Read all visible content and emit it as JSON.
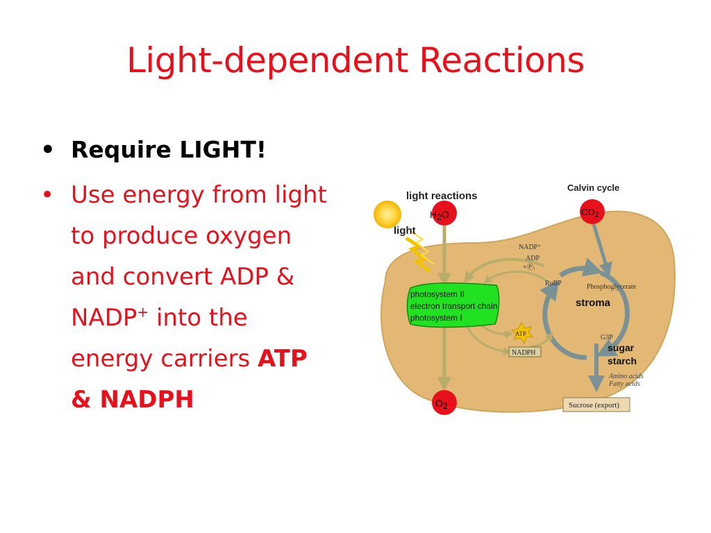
{
  "slide": {
    "title": "Light-dependent Reactions",
    "bullets": [
      {
        "text": "Require LIGHT!"
      },
      {
        "pre": "Use energy from light to produce oxygen and convert ADP & NADP",
        "sup": "+",
        "mid": " into the energy carriers ",
        "strong": "ATP & NADPH"
      }
    ]
  },
  "diagram": {
    "light_reactions": "light reactions",
    "calvin_cycle": "Calvin cycle",
    "light": "light",
    "h2o": {
      "base": "H",
      "sub": "2",
      "tail": "O"
    },
    "co2": {
      "base": "CO",
      "sub": "2"
    },
    "o2": {
      "base": "O",
      "sub": "2"
    },
    "thylakoid_lines": [
      "photosystem II",
      "electron transport chain",
      "photosystem I"
    ],
    "nadp_plus": "NADP⁺",
    "adp": "ADP",
    "pi": "+Ⓟᵢ",
    "atp": "ATP",
    "nadph": "NADPH",
    "rubp": "RuBP",
    "phosphoglycerate": "Phosphoglycerate",
    "g3p": "G3P",
    "stroma": "stroma",
    "sugar": "sugar",
    "starch": "starch",
    "amino_acids": "Amino acids",
    "fatty_acids": "Fatty acids",
    "sucrose": "Sucrose (export)",
    "colors": {
      "accent": "#e8101a",
      "chloroplast": "#e2b874",
      "thylakoid": "#22e022",
      "cycle_arrow": "#7a9296",
      "flow_arrow": "#b8ac6a"
    }
  }
}
